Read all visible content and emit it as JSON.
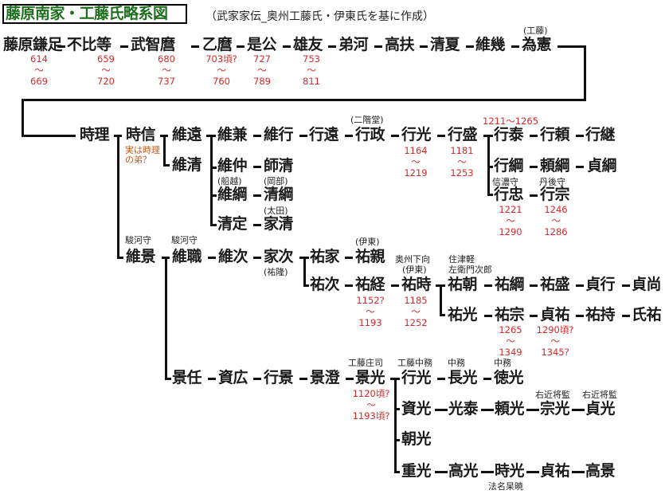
{
  "title": "藤原南家・工藤氏略系図",
  "subtitle": "（武家家伝_奥州工藤氏・伊東氏を基に作成）",
  "colors": {
    "title": "#1e6e1e",
    "years": "#d42a2a",
    "note": "#cc5a1a",
    "lines": "#111111"
  },
  "dash": "ー",
  "row1": [
    {
      "name": "藤原鎌足",
      "years": [
        "614",
        "～",
        "669"
      ]
    },
    {
      "name": "不比等",
      "years": [
        "659",
        "～",
        "720"
      ]
    },
    {
      "name": "武智麿",
      "years": [
        "680",
        "～",
        "737"
      ]
    },
    {
      "name": "乙麿",
      "years": [
        "703頃?",
        "～",
        "760"
      ]
    },
    {
      "name": "是公",
      "years": [
        "727",
        "～",
        "789"
      ]
    },
    {
      "name": "雄友",
      "years": [
        "753",
        "～",
        "811"
      ]
    },
    {
      "name": "弟河"
    },
    {
      "name": "高扶"
    },
    {
      "name": "清夏"
    },
    {
      "name": "維幾"
    },
    {
      "name": "為憲",
      "annotation": "(工藤)"
    }
  ],
  "nodes": {
    "tokimasa": "時理",
    "tokinobu": "時信",
    "tokinobu_note": [
      "実は時理",
      "の弟？"
    ],
    "koretoo": "維遠",
    "korekiyo": "維清",
    "korekane": "維兼",
    "koreyuki": "維行",
    "yukitoo": "行遠",
    "yukimasa": "行政",
    "yukimasa_ann": "(二階堂)",
    "yukimitsu": "行光",
    "yukimitsu_years": [
      "1164",
      "～",
      "1219"
    ],
    "yukimori": "行盛",
    "yukimori_years": [
      "1181",
      "～",
      "1253"
    ],
    "yukiyasu": "行泰",
    "yukiyasu_years": "1211～1265",
    "yukiyori": "行頼",
    "yukitsugu": "行継",
    "yukitsuna": "行綱",
    "yoritsuna": "頼綱",
    "sadatsuna": "貞綱",
    "yukitada": "行忠",
    "yukitada_ann": "信濃守",
    "yukitada_years": [
      "1221",
      "～",
      "1290"
    ],
    "yukimune": "行宗",
    "yukimune_ann": "丹後守",
    "yukimune_years": [
      "1246",
      "～",
      "1286"
    ],
    "korenaka": "維仲",
    "morokiyo": "師清",
    "koretsuna": "維綱",
    "koretsuna_ann": "(船越)",
    "kiyotsuna": "清綱",
    "kiyotsuna_ann": "(岡部)",
    "kiyosada": "清定",
    "iekiyo": "家清",
    "iekiyo_ann": "(太田)",
    "korekage": "維景",
    "korekage_ann": "駿河守",
    "koremoto": "維職",
    "koremoto_ann": "駿河守",
    "koretsugu": "維次",
    "ietsugu": "家次",
    "ietsugu_ann": "(祐隆)",
    "sukeie": "祐家",
    "sukechika": "祐親",
    "sukechika_ann": "(伊東)",
    "suketsugu": "祐次",
    "suketsune": "祐経",
    "suketsune_years": [
      "1152?",
      "～",
      "1193"
    ],
    "suketoki": "祐時",
    "suketoki_ann1": "奥州下向",
    "suketoki_ann2": "(伊東)",
    "suketoki_years": [
      "1185",
      "～",
      "1252"
    ],
    "suketomo": "祐朝",
    "suketomo_ann1": "住津軽",
    "suketomo_ann2": "左衛門次郎",
    "suketsuna": "祐綱",
    "sukemori": "祐盛",
    "sadayuki": "貞行",
    "sadanao": "貞尚",
    "sukemitsu": "祐光",
    "sukemune": "祐宗",
    "sukemune_years": [
      "1265",
      "～",
      "1349"
    ],
    "sadasuke": "貞祐",
    "sadasuke_years": [
      "1290頃?",
      "～",
      "1345?"
    ],
    "sukemochi": "祐持",
    "ujisuke": "氏祐",
    "kageto": "景任",
    "sukehiro": "資広",
    "yukikage": "行景",
    "kagezumi": "景澄",
    "kagemitsu": "景光",
    "kagemitsu_ann": "工藤庄司",
    "kagemitsu_years": [
      "1120頃?",
      "～",
      "1193頃?"
    ],
    "yukimitsu2": "行光",
    "yukimitsu2_ann": "工藤中務",
    "nagamitsu": "長光",
    "nagamitsu_ann": "中務",
    "norimitsu": "徳光",
    "norimitsu_ann": "中務",
    "sukemitsu2": "資光",
    "mitsuyasu": "光泰",
    "yorimitsu": "頼光",
    "munemitsu": "宗光",
    "munemitsu_ann": "右近将監",
    "sadamitsu": "貞光",
    "sadamitsu_ann": "右近将監",
    "tomomitsu": "朝光",
    "shigemitsu": "重光",
    "takamitsu": "高光",
    "tokimitsu": "時光",
    "tokimitsu_ann": "法名杲暁",
    "sadasuke2": "貞祐",
    "takakage": "高景"
  }
}
